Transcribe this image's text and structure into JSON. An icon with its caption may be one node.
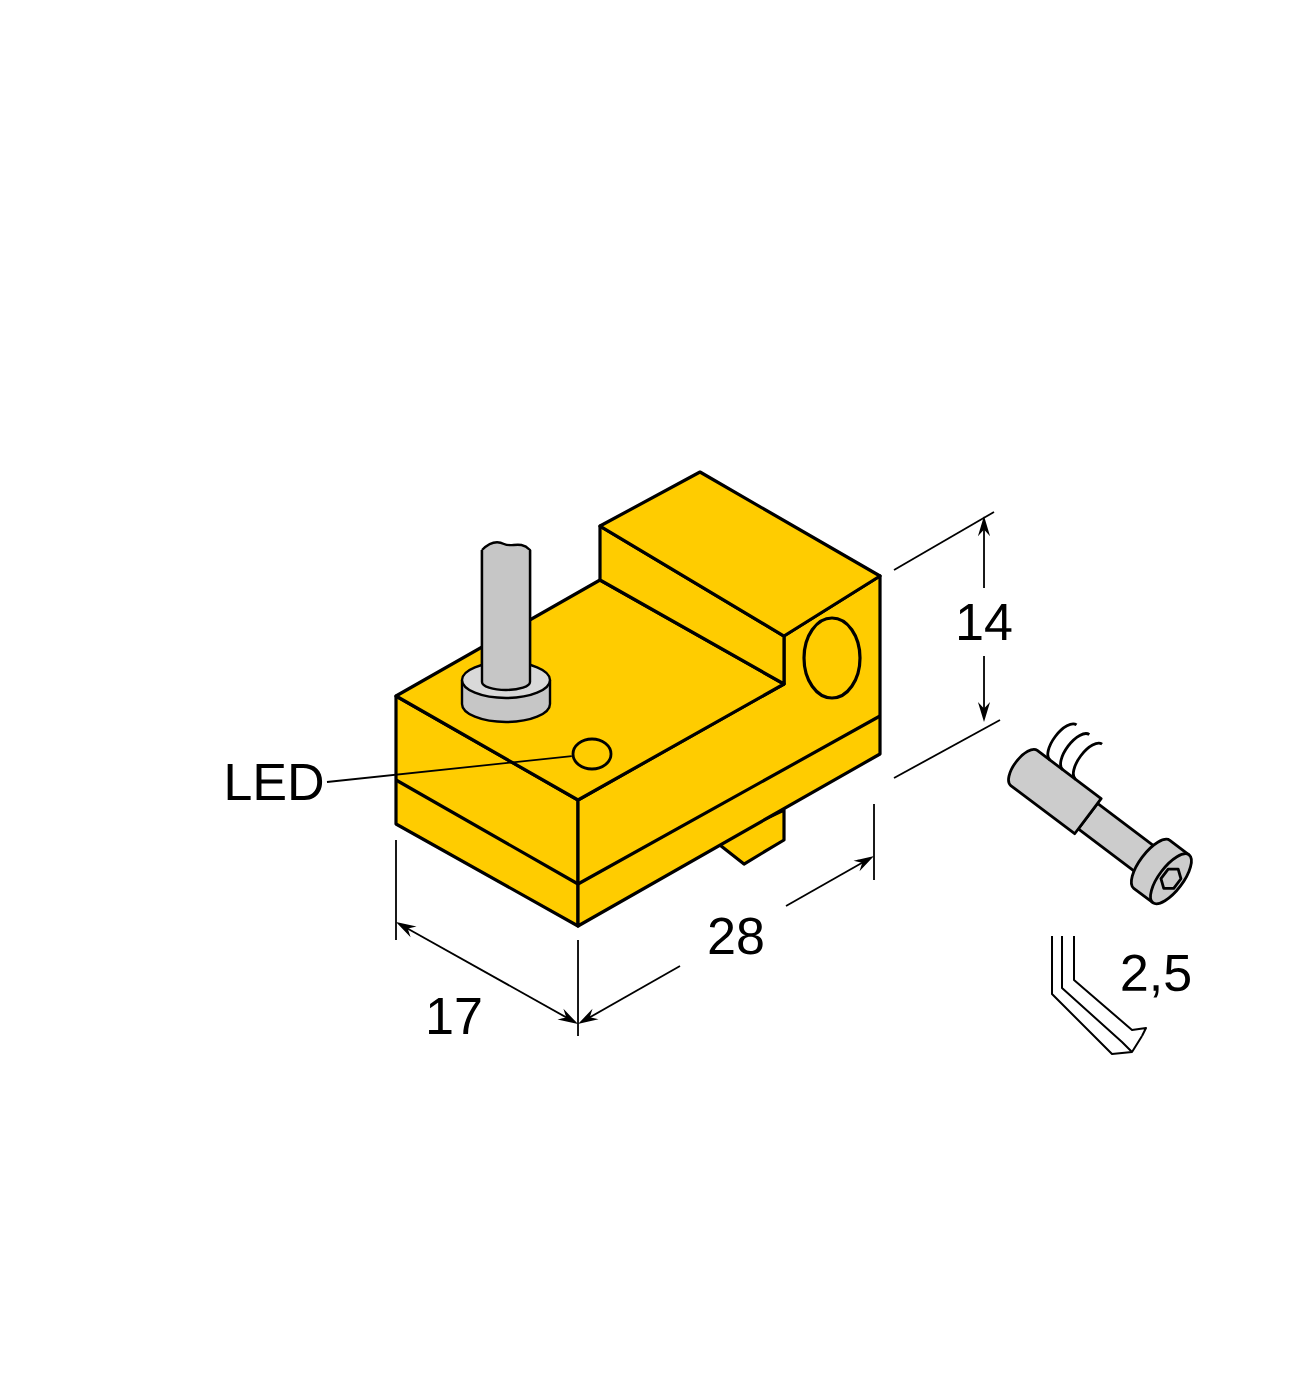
{
  "diagram": {
    "nodes": [
      {
        "text": [
          "LED"
        ]
      },
      {
        "text": [],
        "shape": "circle"
      }
    ],
    "edges": [
      {
        "from": 0,
        "to": 1,
        "arrow": "none"
      }
    ],
    "labels": [
      "14",
      "28",
      "17",
      "2,5"
    ]
  }
}
